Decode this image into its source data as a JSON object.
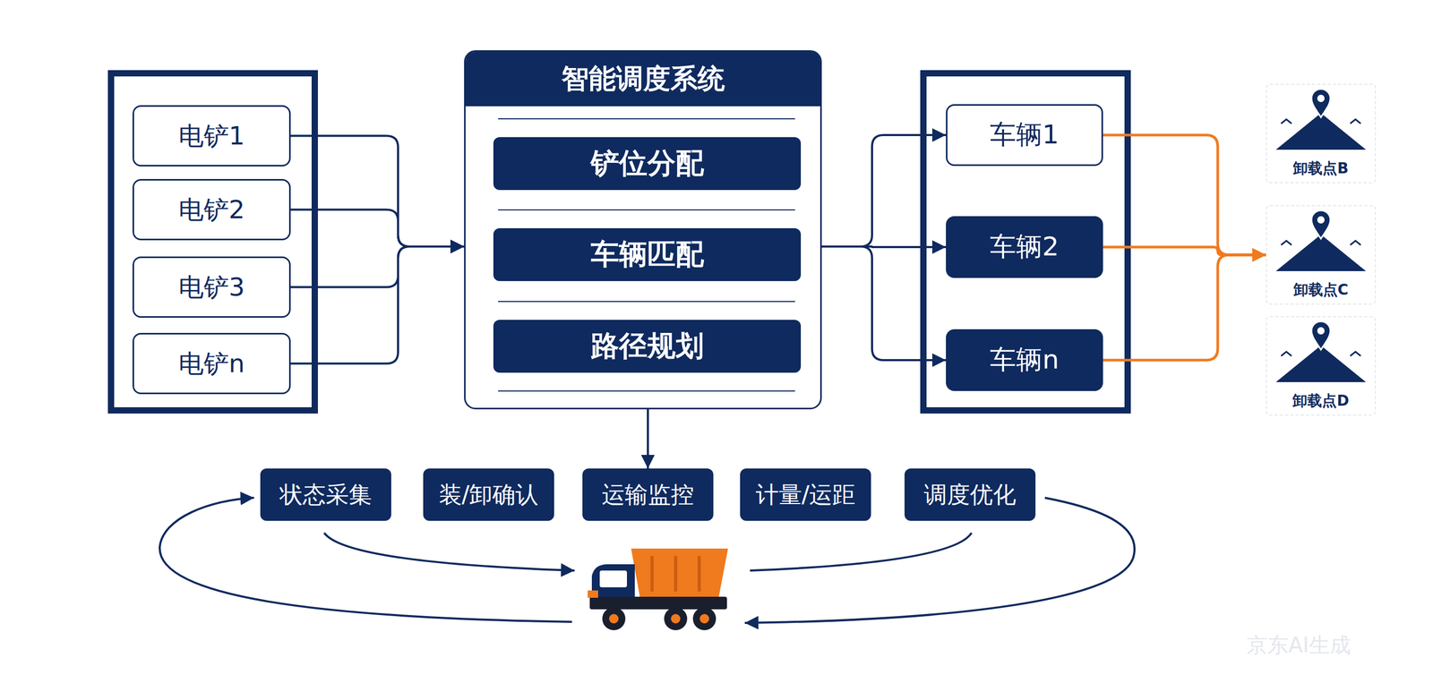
{
  "diagram": {
    "nodes": [
      {
        "text": [
          "电铲1"
        ]
      },
      {
        "text": [
          "电铲2"
        ]
      },
      {
        "text": [
          "电铲3"
        ]
      },
      {
        "text": [
          "电铲n"
        ]
      },
      {
        "text": [
          "智能调度系统"
        ]
      },
      {
        "text": [
          "铲位分配"
        ],
        "in": 4
      },
      {
        "text": [
          "车辆匹配"
        ],
        "in": 4
      },
      {
        "text": [
          "路径规划"
        ],
        "in": 4
      },
      {
        "text": [
          "车辆1"
        ]
      },
      {
        "text": [
          "车辆2"
        ]
      },
      {
        "text": [
          "车辆n"
        ]
      },
      {
        "text": [
          "卸载点B"
        ]
      },
      {
        "text": [
          "卸载点C"
        ]
      },
      {
        "text": [
          "卸载点D"
        ]
      },
      {
        "text": [
          "状态采集"
        ]
      },
      {
        "text": [
          "装/卸确认"
        ]
      },
      {
        "text": [
          "运输监控"
        ]
      },
      {
        "text": [
          "计量/运距"
        ]
      },
      {
        "text": [
          "调度优化"
        ]
      }
    ],
    "edges": [
      {
        "from": 0,
        "to": 4,
        "arrow": "to"
      },
      {
        "from": 1,
        "to": 4,
        "arrow": "to"
      },
      {
        "from": 2,
        "to": 4,
        "arrow": "to"
      },
      {
        "from": 3,
        "to": 4,
        "arrow": "to"
      },
      {
        "from": 5,
        "to": 6,
        "arrow": "to"
      },
      {
        "from": 6,
        "to": 7,
        "arrow": "to"
      },
      {
        "from": 4,
        "to": 8,
        "arrow": "to"
      },
      {
        "from": 4,
        "to": 9,
        "arrow": "to"
      },
      {
        "from": 4,
        "to": 10,
        "arrow": "to"
      },
      {
        "from": 8,
        "to": 12,
        "arrow": "to"
      },
      {
        "from": 9,
        "to": 12,
        "arrow": "to"
      },
      {
        "from": 10,
        "to": 12,
        "arrow": "to"
      },
      {
        "from": 4,
        "to": 16,
        "arrow": "to"
      }
    ],
    "labels": [
      "京东AI生成"
    ]
  }
}
